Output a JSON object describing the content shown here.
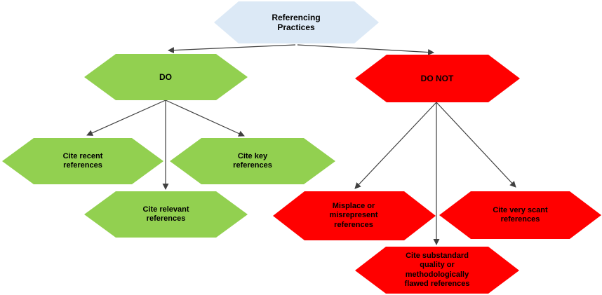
{
  "colors": {
    "root_fill": "#dce9f6",
    "do_fill": "#92d050",
    "dont_fill": "#ff0000",
    "arrow": "#404040",
    "text": "#000000"
  },
  "nodes": {
    "root": {
      "label": "Referencing Practices"
    },
    "do": {
      "label": "DO"
    },
    "do_not": {
      "label": "DO NOT"
    },
    "cite_recent": {
      "label": "Cite recent references"
    },
    "cite_key": {
      "label": "Cite key references"
    },
    "cite_relevant": {
      "label": "Cite relevant references"
    },
    "misplace": {
      "label": "Misplace or misrepresent references"
    },
    "scant": {
      "label": "Cite very scant references"
    },
    "substandard": {
      "label": "Cite substandard quality or methodologically flawed references"
    }
  }
}
